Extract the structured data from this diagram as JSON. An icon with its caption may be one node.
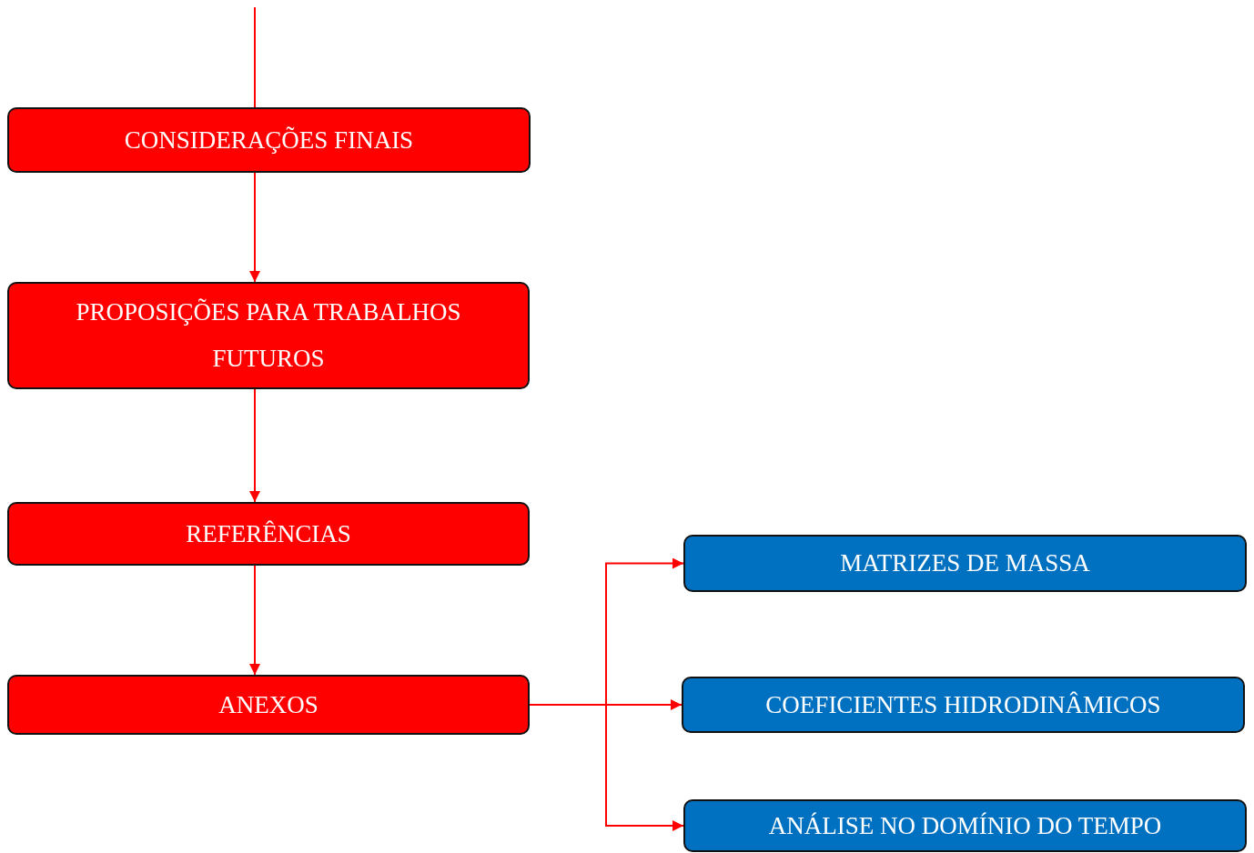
{
  "diagram": {
    "nodes": [
      {
        "text": [
          "CONSIDERAÇÕES FINAIS"
        ]
      },
      {
        "text": [
          "PROPOSIÇÕES PARA TRABALHOS FUTUROS"
        ]
      },
      {
        "text": [
          "REFERÊNCIAS"
        ]
      },
      {
        "text": [
          "ANEXOS"
        ]
      },
      {
        "text": [
          "MATRIZES DE MASSA"
        ]
      },
      {
        "text": [
          "COEFICIENTES HIDRODINÂMICOS"
        ]
      },
      {
        "text": [
          "ANÁLISE NO DOMÍNIO DO TEMPO"
        ]
      }
    ],
    "edges": [
      {
        "from": null,
        "to": 0,
        "arrow": "none"
      },
      {
        "from": 0,
        "to": 1,
        "arrow": "to"
      },
      {
        "from": 1,
        "to": 2,
        "arrow": "to"
      },
      {
        "from": 2,
        "to": 3,
        "arrow": "to"
      },
      {
        "from": 3,
        "to": 4,
        "arrow": "to"
      },
      {
        "from": 3,
        "to": 5,
        "arrow": "to"
      },
      {
        "from": 3,
        "to": 6,
        "arrow": "to"
      }
    ]
  }
}
